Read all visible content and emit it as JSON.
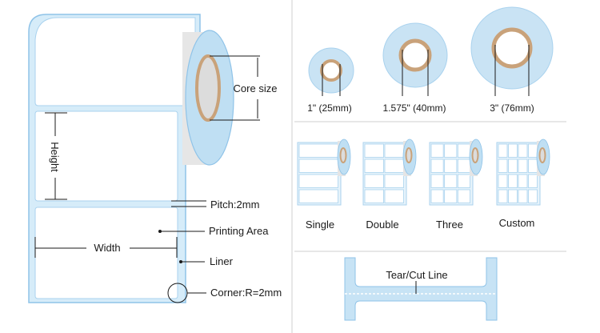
{
  "colors": {
    "liner": "#c7e3f5",
    "liner_edge": "#8fc3e8",
    "label": "#ffffff",
    "core": "#c9a27a",
    "line": "#1a1a1a",
    "divider": "#cfcfcf"
  },
  "main_roll": {
    "core_size": "Core size",
    "height": "Height",
    "pitch": "Pitch:2mm",
    "printing_area": "Printing Area",
    "width": "Width",
    "liner": "Liner",
    "corner": "Corner:R=2mm"
  },
  "core_sizes": [
    {
      "label": "1\" (25mm)"
    },
    {
      "label": "1.575\" (40mm)"
    },
    {
      "label": "3\" (76mm)"
    }
  ],
  "layouts": [
    {
      "label": "Single",
      "columns": 1
    },
    {
      "label": "Double",
      "columns": 2
    },
    {
      "label": "Three",
      "columns": 3
    },
    {
      "label": "Custom",
      "columns": 4
    }
  ],
  "tear_line": {
    "label": "Tear/Cut Line"
  }
}
